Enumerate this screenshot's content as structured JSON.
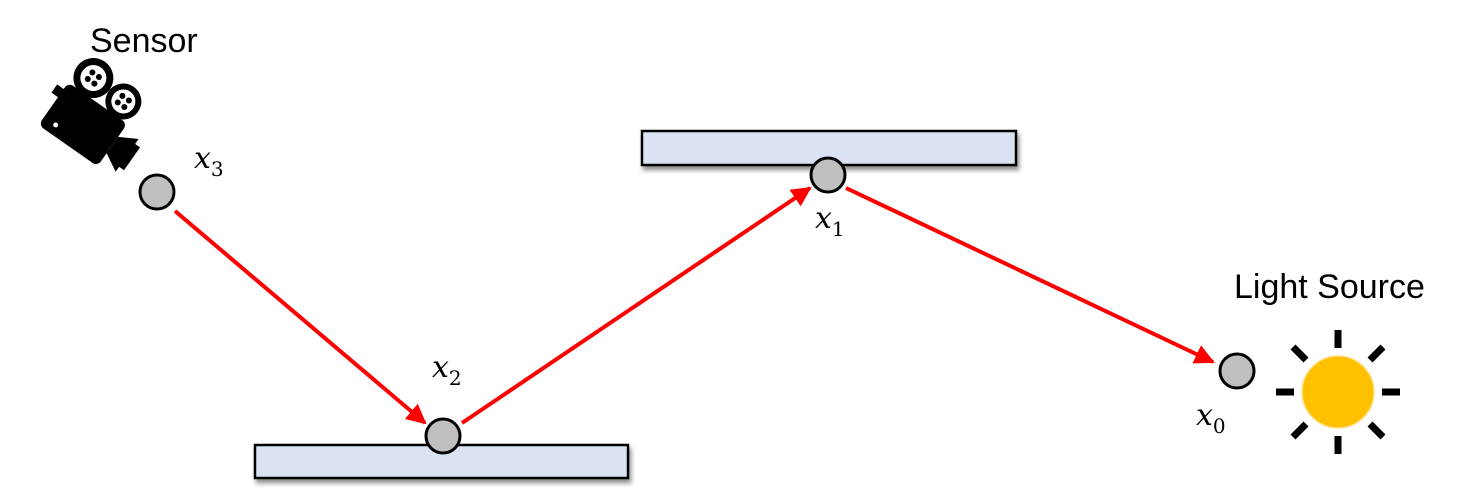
{
  "diagram": {
    "type": "light-path",
    "labels": {
      "sensor": "Sensor",
      "light_source": "Light Source"
    },
    "vertices": [
      {
        "id": "x0",
        "name": "x",
        "subscript": "0",
        "role": "light-source vertex"
      },
      {
        "id": "x1",
        "name": "x",
        "subscript": "1",
        "role": "top surface vertex"
      },
      {
        "id": "x2",
        "name": "x",
        "subscript": "2",
        "role": "bottom surface vertex"
      },
      {
        "id": "x3",
        "name": "x",
        "subscript": "3",
        "role": "sensor vertex"
      }
    ],
    "edges": [
      {
        "from": "x3",
        "to": "x2"
      },
      {
        "from": "x2",
        "to": "x1"
      },
      {
        "from": "x1",
        "to": "x0"
      }
    ],
    "surfaces": [
      {
        "id": "top-surface"
      },
      {
        "id": "bottom-surface"
      }
    ],
    "colors": {
      "path": "#ff0000",
      "vertex_fill": "#bfbfbf",
      "surface_fill": "#dae3f3",
      "sun_fill": "#ffc000",
      "outline": "#000000"
    }
  }
}
